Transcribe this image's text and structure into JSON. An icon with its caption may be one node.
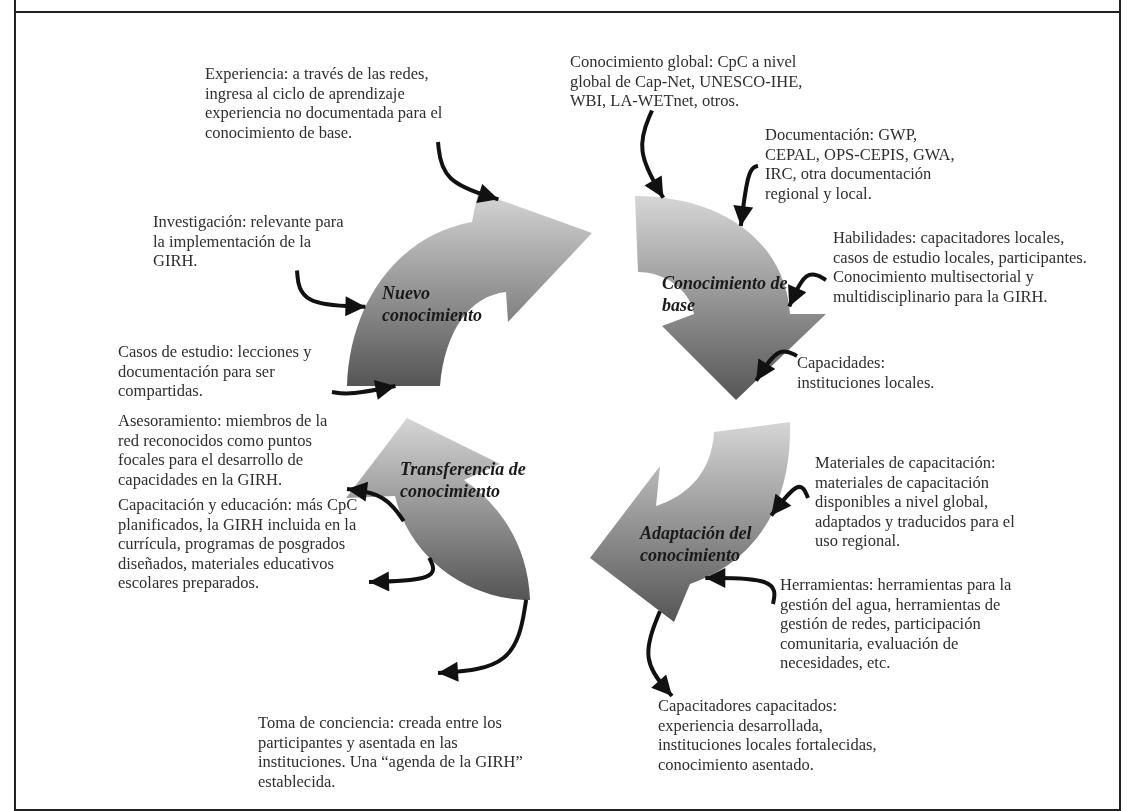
{
  "diagram": {
    "nodes": [
      {
        "text": [
          "Nuevo conocimiento"
        ]
      },
      {
        "text": [
          "Conocimiento de base"
        ]
      },
      {
        "text": [
          "Adaptación del conocimiento"
        ]
      },
      {
        "text": [
          "Transferencia de conocimiento"
        ]
      },
      {
        "text": [
          "Experiencia: a través de las redes, ingresa al ciclo de aprendizaje experiencia no documentada para el conocimiento de base."
        ]
      },
      {
        "text": [
          "Investigación: relevante para la implementación de la GIRH."
        ]
      },
      {
        "text": [
          "Casos de estudio: lecciones y documentación para ser compartidas."
        ]
      },
      {
        "text": [
          "Conocimiento global: CpC a nivel global de Cap-Net, UNESCO-IHE, WBI, LA-WETnet, otros."
        ]
      },
      {
        "text": [
          "Documentación: GWP, CEPAL, OPS-CEPIS, GWA, IRC, otra documentación regional y local."
        ]
      },
      {
        "text": [
          "Habilidades: capacitadores locales, casos de estudio locales, participantes. Conocimiento multisectorial y multidisciplinario para la GIRH."
        ]
      },
      {
        "text": [
          "Capacidades: instituciones locales."
        ]
      },
      {
        "text": [
          "Materiales de capacitación: materiales de capacitación disponibles a nivel global, adaptados y traducidos para el uso regional."
        ]
      },
      {
        "text": [
          "Herramientas: herramientas para la gestión del agua, herramientas de gestión de redes, participación comunitaria, evaluación de necesidades, etc."
        ]
      },
      {
        "text": [
          "Capacitadores capacitados: experiencia desarrollada, instituciones locales fortalecidas, conocimiento asentado."
        ]
      },
      {
        "text": [
          "Asesoramiento: miembros de la red reconocidos como puntos focales para el desarrollo de capacidades en la GIRH."
        ]
      },
      {
        "text": [
          "Capacitación y educación: más CpC planificados, la GIRH incluida en la currícula, programas de posgrados diseñados, materiales educativos escolares preparados."
        ]
      },
      {
        "text": [
          "Toma de conciencia: creada entre los participantes y asentada en las instituciones. Una “agenda de la GIRH” establecida."
        ]
      }
    ],
    "edges": [
      {
        "from": 4,
        "to": 0,
        "arrow": "to"
      },
      {
        "from": 5,
        "to": 0,
        "arrow": "to"
      },
      {
        "from": 6,
        "to": 0,
        "arrow": "to"
      },
      {
        "from": 7,
        "to": 1,
        "arrow": "to"
      },
      {
        "from": 8,
        "to": 1,
        "arrow": "to"
      },
      {
        "from": 9,
        "to": 1,
        "arrow": "to"
      },
      {
        "from": 10,
        "to": 1,
        "arrow": "to"
      },
      {
        "from": 11,
        "to": 2,
        "arrow": "to"
      },
      {
        "from": 12,
        "to": 2,
        "arrow": "to"
      },
      {
        "from": 2,
        "to": 13,
        "arrow": "to"
      },
      {
        "from": 3,
        "to": 14,
        "arrow": "to"
      },
      {
        "from": 3,
        "to": 15,
        "arrow": "to"
      },
      {
        "from": 3,
        "to": 16,
        "arrow": "to"
      }
    ]
  }
}
